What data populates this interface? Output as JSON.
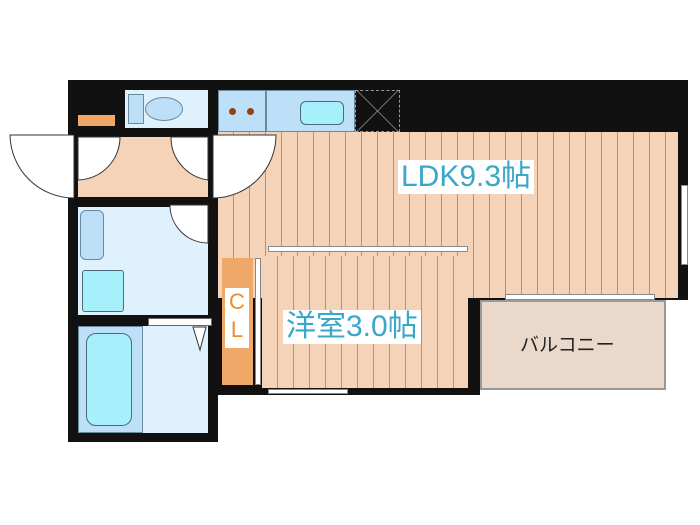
{
  "rooms": {
    "ldk": "LDK9.3帖",
    "bedroom": "洋室3.0帖",
    "closet_c": "C",
    "closet_l": "L",
    "balcony": "バルコニー"
  },
  "colors": {
    "floor": "#f4d3b8",
    "wet": "#dff1fc",
    "closet": "#f0a868",
    "label": "#3aa6c8",
    "balcony": "#ead8cb"
  }
}
